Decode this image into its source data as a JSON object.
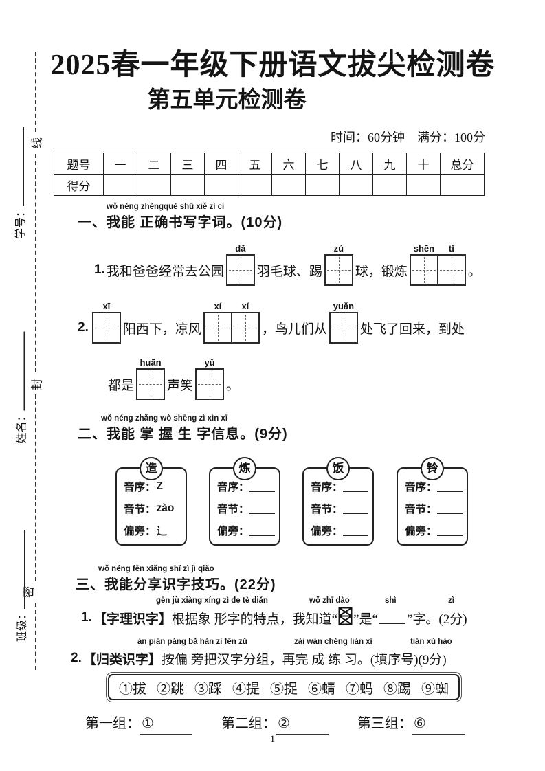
{
  "page": {
    "number": "1"
  },
  "header": {
    "title_line1": "2025春一年级下册语文拔尖检测卷",
    "title_line2": "第五单元检测卷",
    "meta": "时间：60分钟　满分：100分"
  },
  "margin": {
    "seal_chars": [
      "线",
      "封",
      "密"
    ],
    "fields": [
      "学号：",
      "姓名：",
      "班级："
    ]
  },
  "score_table": {
    "row1_header": "题号",
    "row2_header": "得分",
    "columns": [
      "一",
      "二",
      "三",
      "四",
      "五",
      "六",
      "七",
      "八",
      "九",
      "十",
      "总分"
    ]
  },
  "section1": {
    "pinyin": "wǒ néng zhèngquè shū xiě zì cí",
    "title": "一、我能 正确书写字词。(10分)",
    "item1": {
      "num": "1.",
      "t0": "我和爸爸经常去公园",
      "b0": "dǎ",
      "t1": "羽毛球、踢",
      "b1": "zú",
      "t2": "球，锻炼",
      "b2": "shēn",
      "b3": "tǐ",
      "t3": "。"
    },
    "item2": {
      "num": "2.",
      "b0": "xī",
      "t0": "阳西下，凉风",
      "b1": "xí",
      "b2": "xí",
      "t1": "，鸟儿们从",
      "b3": "yuǎn",
      "t2": "处飞了回来，到处",
      "t3": "都是",
      "b4": "huān",
      "t4": "声笑",
      "b5": "yǔ",
      "t5": "。"
    }
  },
  "section2": {
    "pinyin": "wǒ néng zhǎng wò shēng zì xìn xī",
    "title": "二、我能 掌 握 生 字信息。(9分)",
    "card_labels": {
      "yinxu": "音序：",
      "yinjie": "音节：",
      "pianpang": "偏旁："
    },
    "cards": [
      {
        "char": "造",
        "yinxu": "Z",
        "yinjie": "zào",
        "pianpang": "辶"
      },
      {
        "char": "炼"
      },
      {
        "char": "饭"
      },
      {
        "char": "铃"
      }
    ]
  },
  "section3": {
    "pinyin": "wǒ néng fēn xiǎng shí zì jì qiǎo",
    "title": "三、我能分享识字技巧。(22分)",
    "item1": {
      "num": "1.",
      "tag": "【字理识字】",
      "py1": "gēn jù xiàng xíng zì de tè diǎn",
      "py2": "wǒ zhī dào",
      "py3": "shì",
      "py4": "zì",
      "t0": "根据象 形字的特点，我知道“",
      "t1": "”是“",
      "t2": "”字。(2分)"
    },
    "item2": {
      "num": "2.",
      "tag": "【归类识字】",
      "py1": "àn piān páng bǎ hàn zì fēn zǔ",
      "py2": "zài wán chéng liàn xí",
      "py3": "tián xù hào",
      "t0": "按偏 旁把汉字分组，再完 成 练 习。(填序号)(9分)"
    },
    "charbox": [
      "①拔",
      "②跳",
      "③踩",
      "④提",
      "⑤捉",
      "⑥蜻",
      "⑦蚂",
      "⑧踢",
      "⑨蜘"
    ],
    "groups": [
      {
        "label": "第一组：",
        "num": "①"
      },
      {
        "label": "第二组：",
        "num": "②"
      },
      {
        "label": "第三组：",
        "num": "⑥"
      }
    ]
  }
}
